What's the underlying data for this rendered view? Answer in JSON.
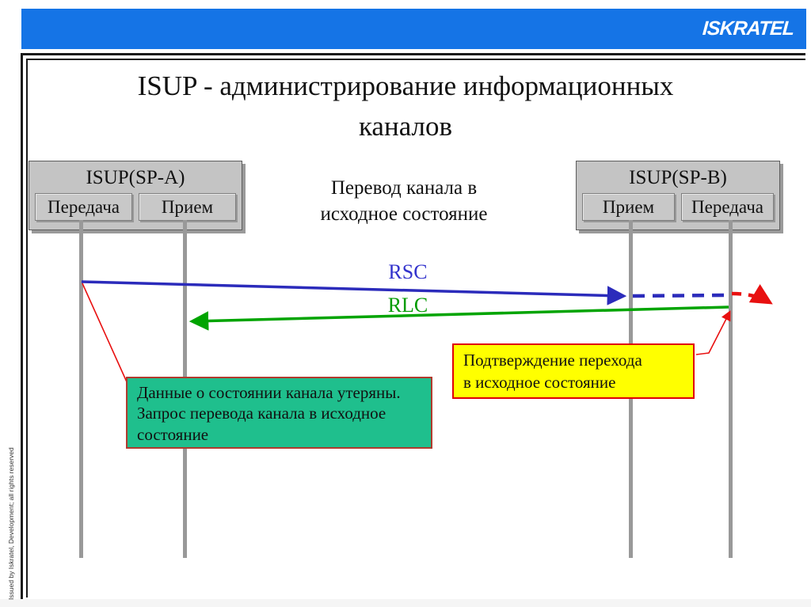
{
  "header": {
    "logo": "ISKRATEL",
    "bar_color": "#1574e6"
  },
  "slide": {
    "title": "ISUP - администрирование информационных\nканалов",
    "annotation": "Перевод канала в\nисходное состояние",
    "nodes": [
      {
        "title": "ISUP(SP-A)",
        "ports": [
          "Передача",
          "Прием"
        ]
      },
      {
        "title": "ISUP(SP-B)",
        "ports": [
          "Прием",
          "Передача"
        ]
      }
    ],
    "messages": [
      {
        "label": "RSC",
        "color": "#3333cc",
        "direction": "left-to-right",
        "style": "solid-then-dashed"
      },
      {
        "label": "RLC",
        "color": "#009b00",
        "direction": "right-to-left",
        "style": "solid"
      }
    ],
    "callouts": [
      {
        "text": "Данные о состоянии канала утеряны.\nЗапрос перевода канала в исходное состояние",
        "bg": "#1fbf8d",
        "border": "#b03a2e"
      },
      {
        "text": "Подтверждение перехода\nв исходное состояние",
        "bg": "#ffff00",
        "border": "#e00000"
      }
    ],
    "colors": {
      "lifeline": "#999999",
      "node_fill": "#c4c4c4",
      "red_annotation": "#e81010",
      "frame": "#1a1a1a"
    }
  },
  "footer": {
    "note": "Issued by Iskratel, Development; all rights reserved"
  }
}
